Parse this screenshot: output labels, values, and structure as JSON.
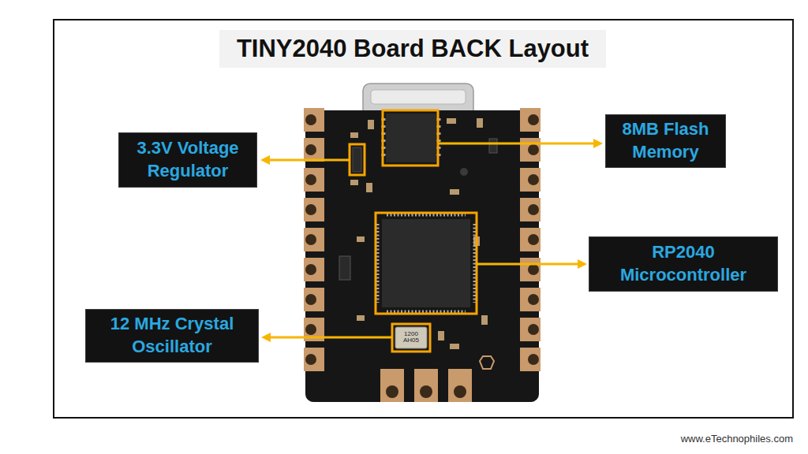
{
  "diagram": {
    "title": "TINY2040 Board BACK Layout",
    "nodes": [
      {
        "text": [
          "8MB Flash Memory"
        ]
      },
      {
        "text": [
          "3.3V Voltage Regulator"
        ]
      },
      {
        "text": [
          "RP2040 Microcontroller"
        ]
      },
      {
        "text": [
          "12 MHz Crystal Oscillator"
        ]
      }
    ],
    "labels": [
      "1200 AH05",
      "www.eTechnophiles.com"
    ]
  }
}
